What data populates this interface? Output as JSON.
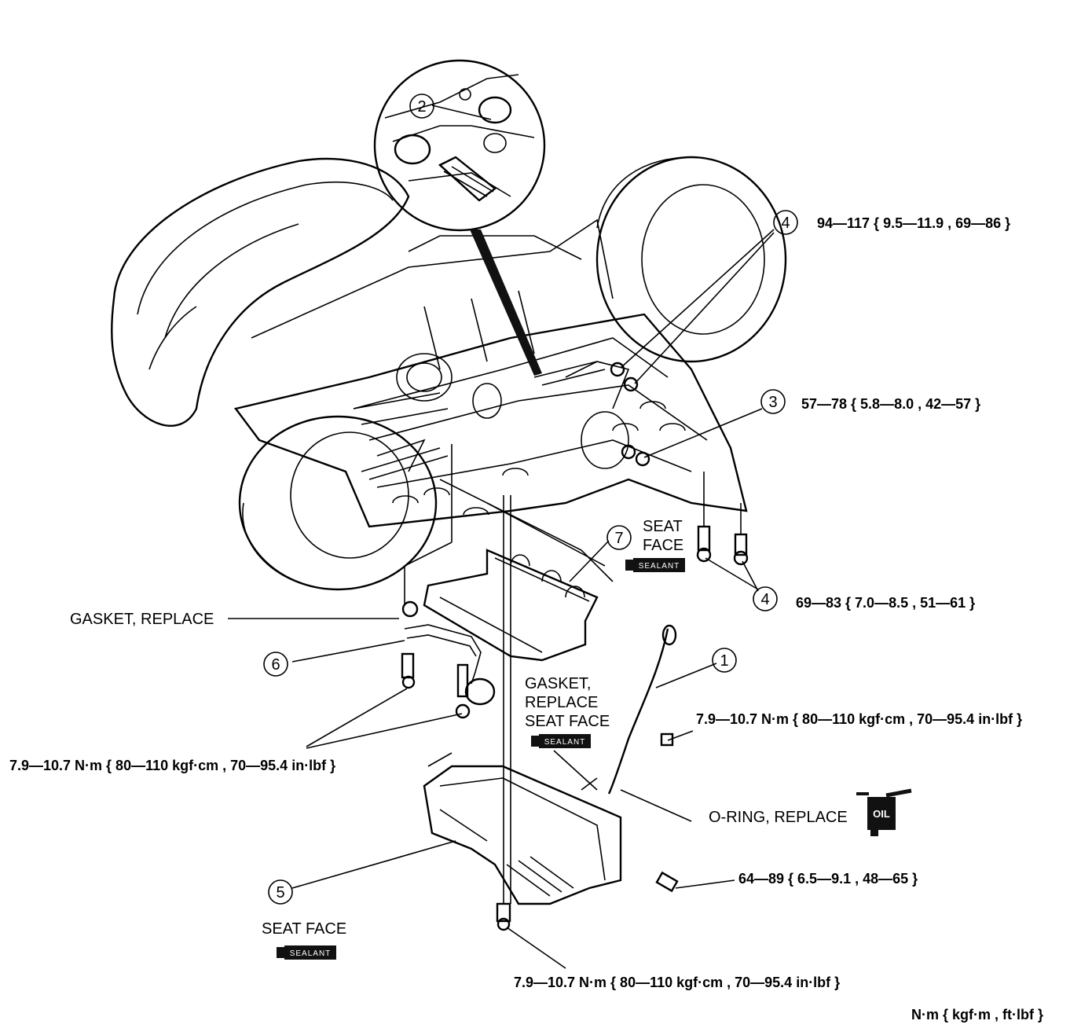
{
  "callouts": [
    {
      "id": "1"
    },
    {
      "id": "2"
    },
    {
      "id": "3"
    },
    {
      "id": "4"
    },
    {
      "id": "4"
    },
    {
      "id": "5"
    },
    {
      "id": "6"
    },
    {
      "id": "7"
    }
  ],
  "labels": {
    "torque_4_top": "94—117 { 9.5—11.9 , 69—86 }",
    "torque_3": "57—78 { 5.8—8.0 , 42—57 }",
    "torque_4_bottom": "69—83 { 7.0—8.5 , 51—61 }",
    "torque_1": "7.9—10.7 N·m { 80—110 kgf·cm ,  70—95.4 in·lbf }",
    "torque_6": "7.9—10.7 N·m { 80—110 kgf·cm ,  70—95.4 in·lbf }",
    "torque_drain": "64—89 { 6.5—9.1 , 48—65 }",
    "torque_pan_bolt": "7.9—10.7 N·m { 80—110 kgf·cm ,  70—95.4 in·lbf }",
    "units": "N·m { kgf·m , ft·lbf }",
    "gasket_replace": "GASKET, REPLACE",
    "gasket_replace_2a": "GASKET,",
    "gasket_replace_2b": "REPLACE",
    "seat_face_2": "SEAT FACE",
    "seat_face_top_a": "SEAT",
    "seat_face_top_b": "FACE",
    "seat_face_bottom": "SEAT FACE",
    "o_ring": "O-RING, REPLACE",
    "sealant": "SEALANT",
    "oil": "OIL"
  }
}
